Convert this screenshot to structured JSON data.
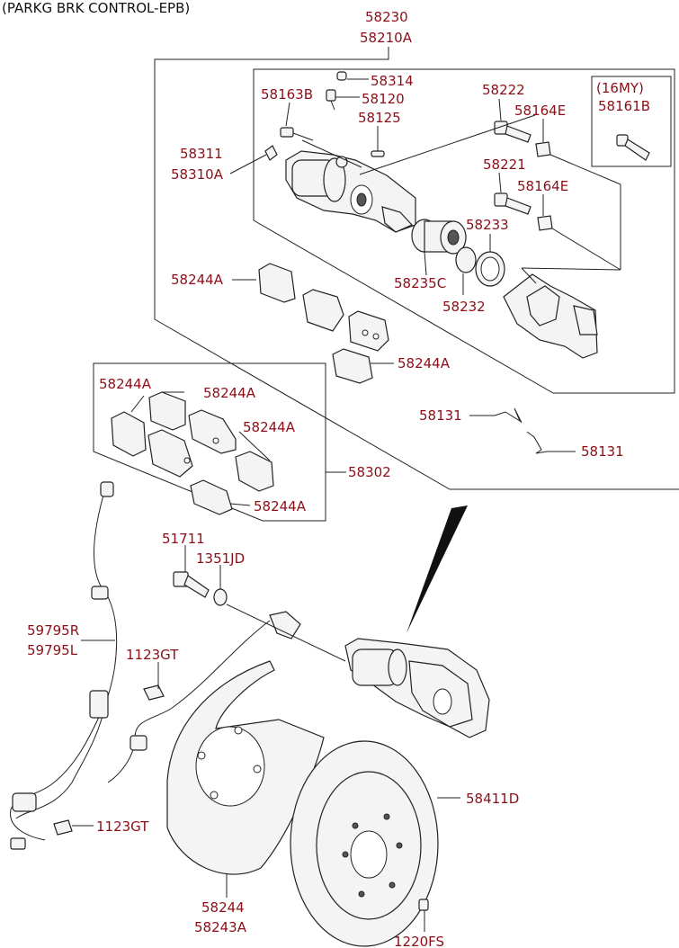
{
  "header": {
    "title": "(PARKG BRK CONTROL-EPB)"
  },
  "labels": {
    "asm_58230": "58230",
    "asm_58210a": "58210A",
    "p58314": "58314",
    "p58163b": "58163B",
    "p58120": "58120",
    "p58125": "58125",
    "p58222": "58222",
    "p58164e_1": "58164E",
    "my16": "(16MY)",
    "p58161b": "58161B",
    "p58311": "58311",
    "p58310a": "58310A",
    "p58221": "58221",
    "p58164e_2": "58164E",
    "p58233": "58233",
    "p58244a_1": "58244A",
    "p58235c": "58235C",
    "p58232": "58232",
    "p58244a_2": "58244A",
    "p58244a_3": "58244A",
    "p58244a_4": "58244A",
    "p58244a_5": "58244A",
    "p58244a_6": "58244A",
    "p58302": "58302",
    "p58131_1": "58131",
    "p58131_2": "58131",
    "p51711": "51711",
    "p1351jd": "1351JD",
    "p59795r": "59795R",
    "p59795l": "59795L",
    "p1123gt_1": "1123GT",
    "p1123gt_2": "1123GT",
    "p58411d": "58411D",
    "p58244": "58244",
    "p58243a": "58243A",
    "p1220fs": "1220FS"
  },
  "colors": {
    "label": "#8b0f17",
    "line": "#222222"
  }
}
